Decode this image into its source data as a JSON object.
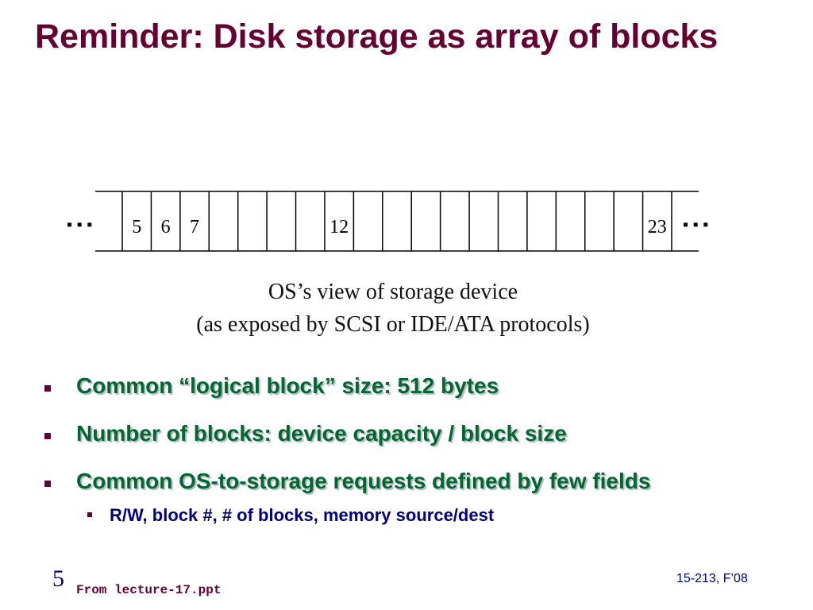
{
  "slide": {
    "title": "Reminder: Disk storage as array of blocks",
    "page_number": "5",
    "source": "From lecture-17.ppt",
    "course": "15-213, F’08"
  },
  "diagram": {
    "ellipsis_left": "▪ ▪ ▪",
    "ellipsis_right": "▪ ▪ ▪",
    "block_labels": [
      "5",
      "6",
      "7",
      "",
      "",
      "",
      "",
      "12",
      "",
      "",
      "",
      "",
      "",
      "",
      "",
      "",
      "",
      "",
      "23"
    ],
    "caption_line1": "OS’s view of storage device",
    "caption_line2": "(as exposed by SCSI or IDE/ATA protocols)"
  },
  "bullets": [
    "Common “logical block” size: 512 bytes",
    "Number of blocks: device capacity / block size",
    "Common OS-to-storage requests defined by few fields"
  ],
  "sub_bullets": [
    "R/W, block #, # of blocks, memory source/dest"
  ]
}
